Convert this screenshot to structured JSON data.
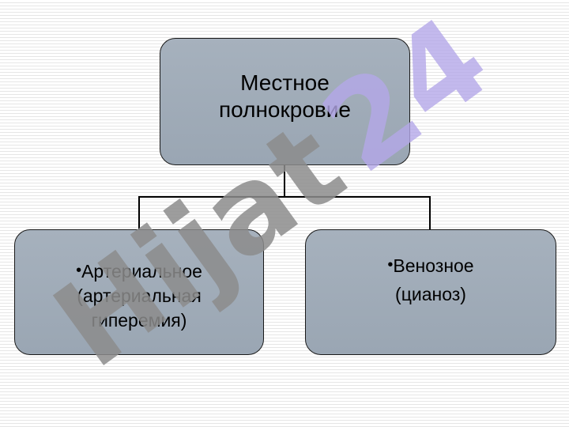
{
  "diagram": {
    "root": {
      "lines": [
        "Местное",
        "полнокровие"
      ]
    },
    "children": [
      {
        "bullet": "•",
        "lines": [
          "Артериальное",
          "(артериальная",
          "гиперемия)"
        ]
      },
      {
        "bullet": "•",
        "lines": [
          "Венозное",
          "(цианоз)"
        ]
      }
    ]
  },
  "watermark": {
    "text_gray": "Hijat",
    "text_purple": "24",
    "colors": {
      "gray": "#8c8c8c",
      "purple": "#b4a8e8"
    }
  },
  "colors": {
    "node_fill": "#a3aebb",
    "node_border": "#1a1a1a",
    "connector": "#000000"
  }
}
